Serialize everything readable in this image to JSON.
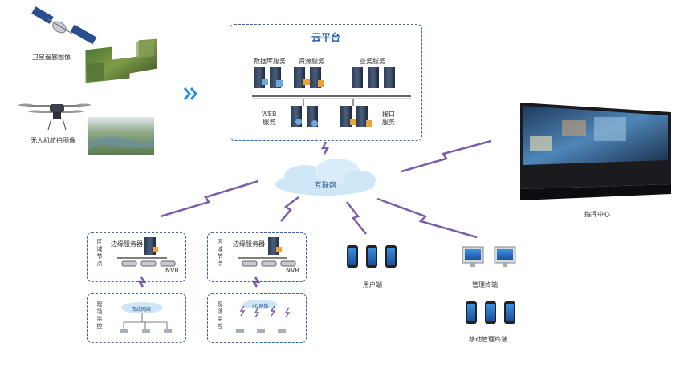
{
  "sources": {
    "satellite_label": "卫星遥感图像",
    "drone_label": "无人机航拍图像"
  },
  "cloud_platform": {
    "title": "云平台",
    "database_service": "数据库服务",
    "resource_service": "资源服务",
    "business_service": "业务服务",
    "web_service": "WEB\n服务",
    "interface_service": "接口\n服务"
  },
  "internet_label": "互联网",
  "command_center_label": "指挥中心",
  "edge_nodes": [
    {
      "region_label": "区域节点",
      "edge_server_label": "边缘服务器",
      "nvr_label": "NVR",
      "site_label": "现场监控",
      "network_label": "专线网络"
    },
    {
      "region_label": "区域节点",
      "edge_server_label": "边缘服务器",
      "nvr_label": "NVR",
      "site_label": "现场监控",
      "network_label": "4G网络"
    }
  ],
  "user_terminal_label": "用户端",
  "management_terminal_label": "管理终端",
  "mobile_management_label": "移动管理终端",
  "colors": {
    "link_purple": "#7b5ea7",
    "dashed_blue": "#3c6aa0",
    "title_blue": "#1f5aa6",
    "cloud_blue": "#cfe6f7"
  }
}
